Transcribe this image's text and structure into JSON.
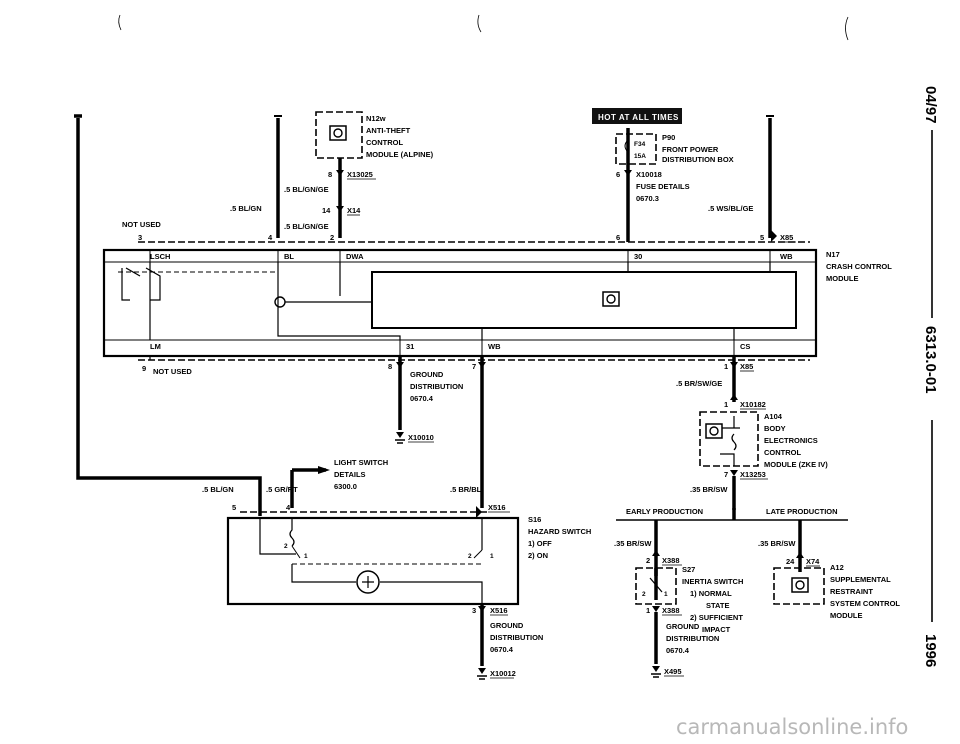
{
  "top_tab": "HOT AT ALL TIMES",
  "side_labels": {
    "date": "04/97",
    "doc_code": "6313.0-01",
    "year": "1996"
  },
  "watermark": "carmanualsonline.info",
  "n12w": {
    "id": "N12w",
    "line1": "ANTI-THEFT",
    "line2": "CONTROL",
    "line3": "MODULE (ALPINE)"
  },
  "x13025": {
    "pin": "8",
    "label": "X13025"
  },
  "x14": {
    "pin": "14",
    "label": "X14"
  },
  "wire_5_blgnge_a": ".5 BL/GN/GE",
  "wire_5_blgnge_b": ".5 BL/GN/GE",
  "wire_5_blgn_top": ".5 BL/GN",
  "not_used_top": "NOT USED",
  "pin_3": "3",
  "pin_4": "4",
  "pin_2": "2",
  "pin_6": "6",
  "pin_5": "5",
  "x85_top": "X85",
  "p90": {
    "id": "P90",
    "fuse": "F34",
    "amps": "15A",
    "line1": "FRONT POWER",
    "line2": "DISTRIBUTION BOX"
  },
  "x10018": {
    "pin": "6",
    "label": "X10018",
    "line1": "FUSE DETAILS",
    "line2": "0670.3"
  },
  "wire_5_wsblge": ".5 WS/BL/GE",
  "n17": {
    "id": "N17",
    "line1": "CRASH CONTROL",
    "line2": "MODULE"
  },
  "module_pins": {
    "lsch": "LSCH",
    "bl": "BL",
    "dwa": "DWA",
    "p30": "30",
    "wb_top": "WB",
    "lm": "LM",
    "p31": "31",
    "wb_bot": "WB",
    "cs": "CS"
  },
  "not_used_bottom": {
    "pin": "9",
    "label": "NOT USED"
  },
  "ground_left": {
    "pin8": "8",
    "pin7": "7",
    "line1": "GROUND",
    "line2": "DISTRIBUTION",
    "line3": "0670.4",
    "conn": "X10010"
  },
  "x85_bottom": {
    "pin": "1",
    "label": "X85"
  },
  "wire_5_brswge": ".5 BR/SW/GE",
  "a104": {
    "pin": "1",
    "conn": "X10182",
    "id": "A104",
    "line1": "BODY",
    "line2": "ELECTRONICS",
    "line3": "CONTROL",
    "line4": "MODULE (ZKE IV)"
  },
  "x13253": {
    "pin": "7",
    "label": "X13253"
  },
  "wire_35_brsw_a": ".35 BR/SW",
  "early_production": "EARLY PRODUCTION",
  "late_production": "LATE PRODUCTION",
  "light_switch": {
    "line1": "LIGHT SWITCH",
    "line2": "DETAILS",
    "line3": "6300.0"
  },
  "wire_5_blgn_left": ".5 BL/GN",
  "wire_5_grrt": ".5 GR/RT",
  "wire_5_brbl": ".5 BR/BL",
  "s16": {
    "conn": "X516",
    "pin5": "5",
    "pin4": "4",
    "id": "S16",
    "line1": "HAZARD SWITCH",
    "line2": "1)  OFF",
    "line3": "2)  ON"
  },
  "hazard_pins": {
    "l2": "2",
    "l1": "1",
    "r2": "2",
    "r1": "1"
  },
  "ground_mid": {
    "pin": "3",
    "conn": "X516",
    "line1": "GROUND",
    "line2": "DISTRIBUTION",
    "line3": "0670.4",
    "conn2": "X10012"
  },
  "s27": {
    "wire": ".35 BR/SW",
    "pin": "2",
    "conn": "X388",
    "id": "S27",
    "line1": "INERTIA SWITCH",
    "line2": "1)  NORMAL",
    "line3": "STATE",
    "line4": "2)  SUFFICIENT",
    "line5": "IMPACT",
    "pin_b": "1",
    "conn_b": "X388",
    "g1": "GROUND",
    "g2": "DISTRIBUTION",
    "g3": "0670.4",
    "conn_g": "X495",
    "sw_2": "2",
    "sw_1": "1"
  },
  "a12": {
    "wire": ".35 BR/SW",
    "pin": "24",
    "conn": "X74",
    "id": "A12",
    "line1": "SUPPLEMENTAL",
    "line2": "RESTRAINT",
    "line3": "SYSTEM CONTROL",
    "line4": "MODULE"
  }
}
